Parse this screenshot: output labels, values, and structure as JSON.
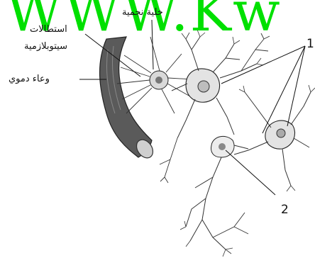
{
  "watermark": {
    "text": "WWW.Kw",
    "color": "#00e000"
  },
  "labels": {
    "astrocyte": "خلية نجمية",
    "processes_line1": "استطالات",
    "processes_line2": "سيتوبلازمية",
    "blood_vessel": "وعاء دموي",
    "marker_1": "1",
    "marker_2": "2"
  },
  "colors": {
    "ink": "#111111",
    "vessel": "#5a5a5a"
  }
}
